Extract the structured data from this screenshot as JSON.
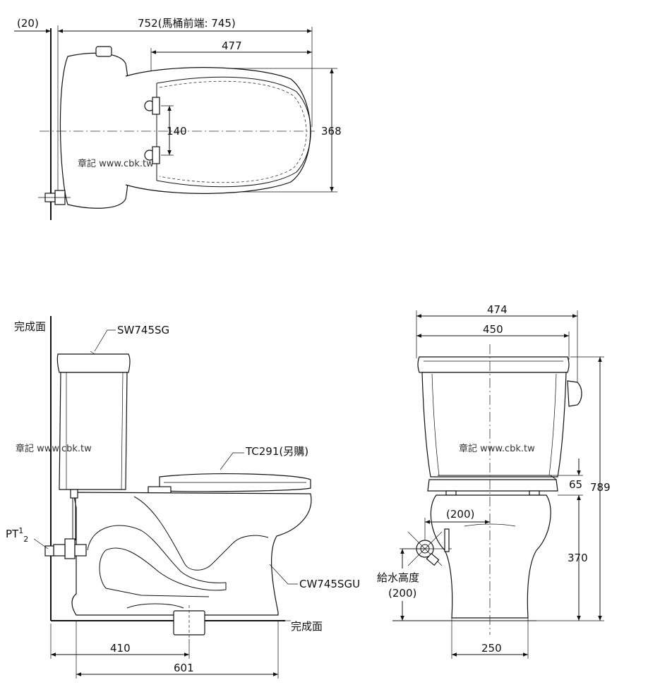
{
  "top_view": {
    "dim_offset": "(20)",
    "dim_overall": "752(馬桶前端: 745)",
    "dim_seat": "477",
    "dim_width": "368",
    "dim_bolt": "140",
    "watermark": "章記 www.cbk.tw"
  },
  "side_view": {
    "floor_label_top": "完成面",
    "tank_lid_model": "SW745SG",
    "seat_model": "TC291(另購)",
    "supply_label_main": "PT",
    "supply_label_sup": "1",
    "supply_label_sub": "2",
    "bowl_model": "CW745SGU",
    "floor_label_bottom": "完成面",
    "dim_rough_in": "410",
    "dim_depth": "601",
    "watermark": "章記 www.cbk.tw"
  },
  "front_view": {
    "dim_tank_lid": "474",
    "dim_tank_body": "450",
    "dim_seat_thickness": "65",
    "dim_overall_height": "789",
    "dim_supply_offset": "(200)",
    "dim_bowl_height": "370",
    "supply_height_label": "給水高度",
    "supply_height_value": "(200)",
    "dim_base_width": "250",
    "watermark": "章記 www.cbk.tw"
  },
  "colors": {
    "line": "#111111",
    "background": "#ffffff"
  }
}
